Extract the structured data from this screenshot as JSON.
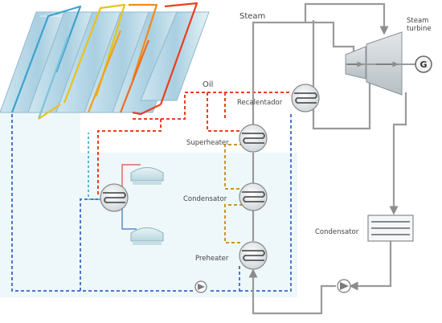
{
  "labels": {
    "steam": "Steam",
    "steam_turbine_line1": "Steam",
    "steam_turbine_line2": "turbine",
    "generator": "G",
    "oil": "Oil",
    "recalentador": "Recalentador",
    "superheater": "Superheater",
    "condensator_mid": "Condensator",
    "preheater": "Preheater",
    "condensator_right": "Condensator"
  },
  "colors": {
    "background_tint": "#eaf7fa",
    "steam_line": "#9a9a9a",
    "hot_oil": "#e8401e",
    "warm_oil": "#f08b1c",
    "mid_oil": "#e8c21d",
    "cool_oil": "#3aa3cc",
    "cold_return": "#4a78c8",
    "condensate_dash": "#b8860b"
  },
  "icons": {
    "collector": "parabolic-trough-collector",
    "heat_exchanger": "coil-heat-exchanger",
    "pump": "pump-triangle",
    "turbine": "steam-turbine",
    "generator": "generator-circle",
    "storage_tank": "storage-tank",
    "condenser_box": "finned-condenser"
  }
}
